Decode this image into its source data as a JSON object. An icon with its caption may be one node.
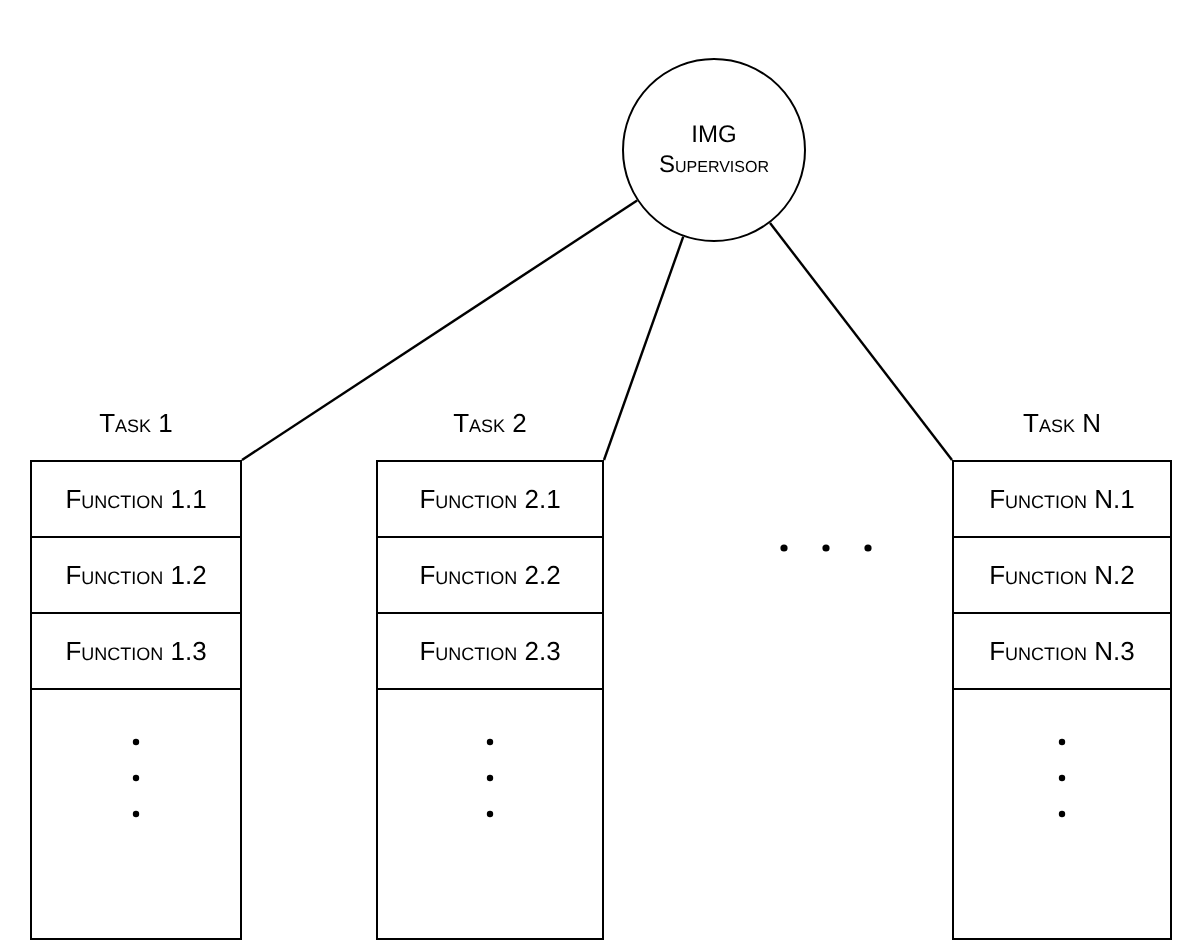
{
  "diagram": {
    "nodes": [
      {
        "text": [
          "IMG Supervisor"
        ]
      },
      {
        "text": [
          "Task 1"
        ]
      },
      {
        "text": [
          "Function 1.1"
        ],
        "in": 1
      },
      {
        "text": [
          "Function 1.2"
        ],
        "in": 1
      },
      {
        "text": [
          "Function 1.3"
        ],
        "in": 1
      },
      {
        "text": [
          "Task 2"
        ]
      },
      {
        "text": [
          "Function 2.1"
        ],
        "in": 5
      },
      {
        "text": [
          "Function 2.2"
        ],
        "in": 5
      },
      {
        "text": [
          "Function 2.3"
        ],
        "in": 5
      },
      {
        "text": [
          "Task N"
        ]
      },
      {
        "text": [
          "Function N.1"
        ],
        "in": 9
      },
      {
        "text": [
          "Function N.2"
        ],
        "in": 9
      },
      {
        "text": [
          "Function N.3"
        ],
        "in": 9
      }
    ],
    "edges": [
      {
        "from": 0,
        "to": 1,
        "arrow": "none"
      },
      {
        "from": 0,
        "to": 5,
        "arrow": "none"
      },
      {
        "from": 0,
        "to": 9,
        "arrow": "none"
      }
    ]
  }
}
